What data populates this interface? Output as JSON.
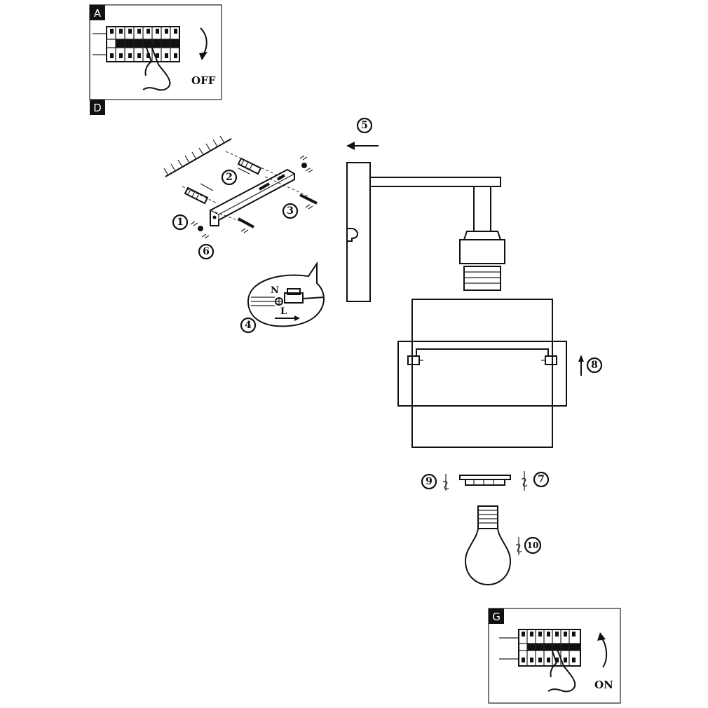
{
  "panels": {
    "top": {
      "tag_main": "A",
      "tag_bottom": "D",
      "switch_label": "OFF"
    },
    "bottom": {
      "tag_main": "G",
      "switch_label": "ON"
    }
  },
  "wiring": {
    "neutral": "N",
    "live": "L"
  },
  "steps": [
    {
      "id": "1",
      "label": "1"
    },
    {
      "id": "2",
      "label": "2"
    },
    {
      "id": "3",
      "label": "3"
    },
    {
      "id": "4",
      "label": "4"
    },
    {
      "id": "5",
      "label": "5"
    },
    {
      "id": "6",
      "label": "6"
    },
    {
      "id": "7",
      "label": "7"
    },
    {
      "id": "8",
      "label": "8"
    },
    {
      "id": "9",
      "label": "9"
    },
    {
      "id": "10",
      "label": "10"
    }
  ]
}
